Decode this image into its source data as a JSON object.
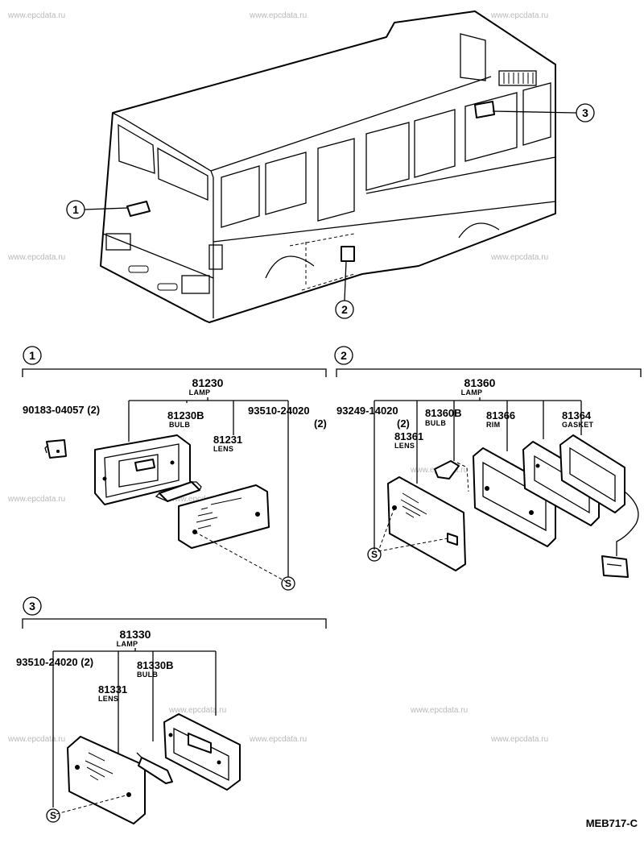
{
  "watermark": "www.epcdata.ru",
  "callouts": {
    "c1": "1",
    "c2": "2",
    "c3": "3"
  },
  "sections": {
    "s1": {
      "marker": "1",
      "assembly_number": "81230",
      "assembly_name": "LAMP",
      "parts": [
        {
          "number": "90183-04057 (2)",
          "name": ""
        },
        {
          "number": "81230B",
          "name": "BULB"
        },
        {
          "number": "81231",
          "name": "LENS"
        },
        {
          "number": "93510-24020",
          "name": "(2)"
        }
      ],
      "screw_symbol": "S"
    },
    "s2": {
      "marker": "2",
      "assembly_number": "81360",
      "assembly_name": "LAMP",
      "parts": [
        {
          "number": "93249-14020",
          "name": "(2)"
        },
        {
          "number": "81360B",
          "name": "BULB"
        },
        {
          "number": "81366",
          "name": "RIM"
        },
        {
          "number": "81364",
          "name": "GASKET"
        },
        {
          "number": "81361",
          "name": "LENS"
        }
      ],
      "screw_symbol": "S"
    },
    "s3": {
      "marker": "3",
      "assembly_number": "81330",
      "assembly_name": "LAMP",
      "parts": [
        {
          "number": "93510-24020 (2)",
          "name": ""
        },
        {
          "number": "81330B",
          "name": "BULB"
        },
        {
          "number": "81331",
          "name": "LENS"
        }
      ],
      "screw_symbol": "S"
    }
  },
  "diagram_code": "MEB717-C"
}
